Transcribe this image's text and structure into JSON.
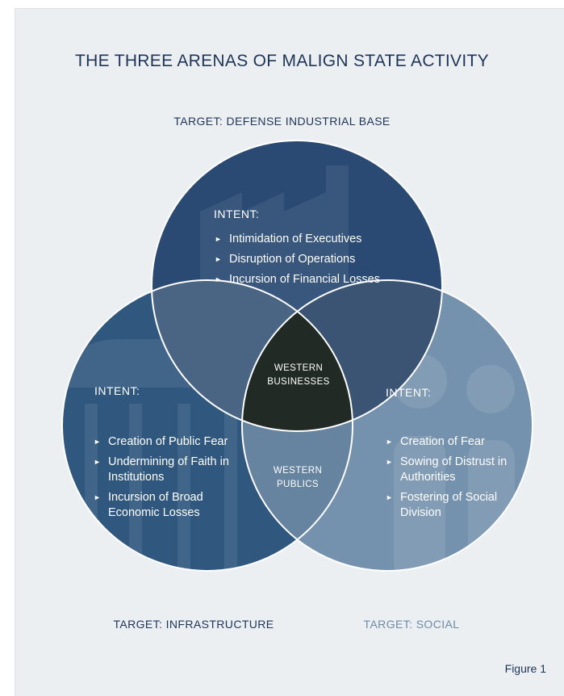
{
  "title": "THE THREE ARENAS OF MALIGN STATE ACTIVITY",
  "targets": {
    "top": "TARGET: DEFENSE INDUSTRIAL BASE",
    "left": "TARGET: INFRASTRUCTURE",
    "right": "TARGET: SOCIAL"
  },
  "circles": {
    "top": {
      "intent_label": "INTENT:",
      "items": [
        "Intimidation of Executives",
        "Disruption of Operations",
        "Incursion of Financial Losses"
      ]
    },
    "left": {
      "intent_label": "INTENT:",
      "items": [
        "Creation of Public Fear",
        "Undermining of Faith in Institutions",
        "Incursion of Broad Economic Losses"
      ]
    },
    "right": {
      "intent_label": "INTENT:",
      "items": [
        "Creation of Fear",
        "Sowing of Distrust in Authorities",
        "Fostering of Social Division"
      ]
    }
  },
  "overlaps": {
    "center": "WESTERN BUSINESSES",
    "bottom": "WESTERN PUBLICS"
  },
  "figure_label": "Figure 1",
  "colors": {
    "title": "#1e3557",
    "top_circle": "#2b4a73",
    "left_circle": "#30587f",
    "right_circle": "#7491ae",
    "center": "#212a25",
    "right_target": "#6f8aa5"
  },
  "icons": [
    "factory-icon",
    "building-icon",
    "people-icon"
  ]
}
